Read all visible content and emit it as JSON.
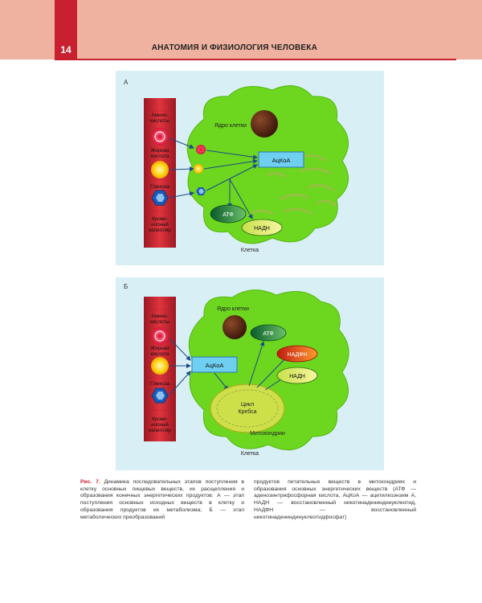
{
  "header": {
    "page_number": "14",
    "title": "АНАТОМИЯ И ФИЗИОЛОГИЯ ЧЕЛОВЕКА",
    "colors": {
      "band": "#f0b2a0",
      "accent": "#c8202e"
    }
  },
  "panel_a": {
    "letter": "А",
    "nucleus": "Ядро клетки",
    "amino_1": "Амино-",
    "amino_2": "кислоты",
    "fatty_1": "Жирная",
    "fatty_2": "кислота",
    "glucose": "Глюкоза",
    "capillary_1": "Крове-",
    "capillary_2": "носный",
    "capillary_3": "капилляр",
    "acetyl_coa": "АцКоА",
    "atp": "АТФ",
    "nadh": "НАДН",
    "cell": "Клетка"
  },
  "panel_b": {
    "letter": "Б",
    "nucleus": "Ядро клетки",
    "amino_1": "Амино-",
    "amino_2": "кислоты",
    "fatty_1": "Жирная",
    "fatty_2": "кислота",
    "glucose": "Глюкоза",
    "capillary_1": "Крове-",
    "capillary_2": "носный",
    "capillary_3": "капилляр",
    "acetyl_coa": "АцКоА",
    "atp": "АТФ",
    "nadph": "НАДФН",
    "nadh": "НАДН",
    "krebs_1": "Цикл",
    "krebs_2": "Кребса",
    "mitochondria": "Митохондрии",
    "cell": "Клетка"
  },
  "caption": {
    "label": "Рис. 7.",
    "left": " Динамика последовательных этапов поступления в клетку основных пищевых веществ, их расщепления и образования конечных энергетических продуктов: А — этап поступления основных исходных веществ в клетку и образования продуктов их метаболизма; Б — этап метаболических преобразований",
    "right": "продуктов питательных веществ в митохондриях и образования основных энергетических веществ (АТФ — аденозинтрифосфорная кислота, АцКоА — ацетилкоэнзим А, НАДН — восстановленный никотинадениндинуклеотид, НАДФН — восстановленный никотинадениндинуклеотидфосфат)"
  }
}
